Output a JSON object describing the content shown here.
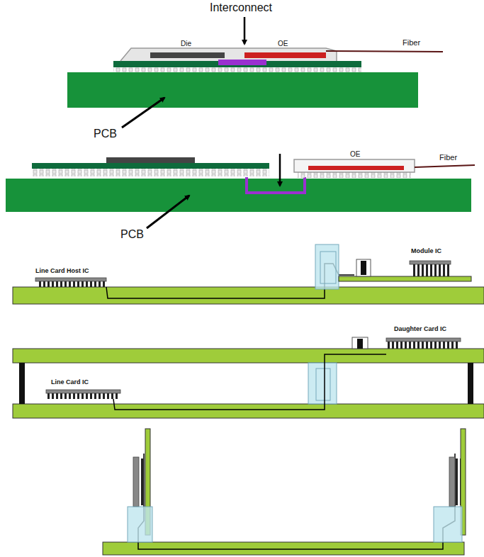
{
  "diagram": {
    "labels": [
      "Interconnect",
      "Die",
      "OE",
      "Fiber",
      "PCB",
      "OE",
      "Fiber",
      "PCB",
      "Line Card Host IC",
      "Module IC",
      "Daughter Card IC",
      "Line Card IC"
    ]
  }
}
